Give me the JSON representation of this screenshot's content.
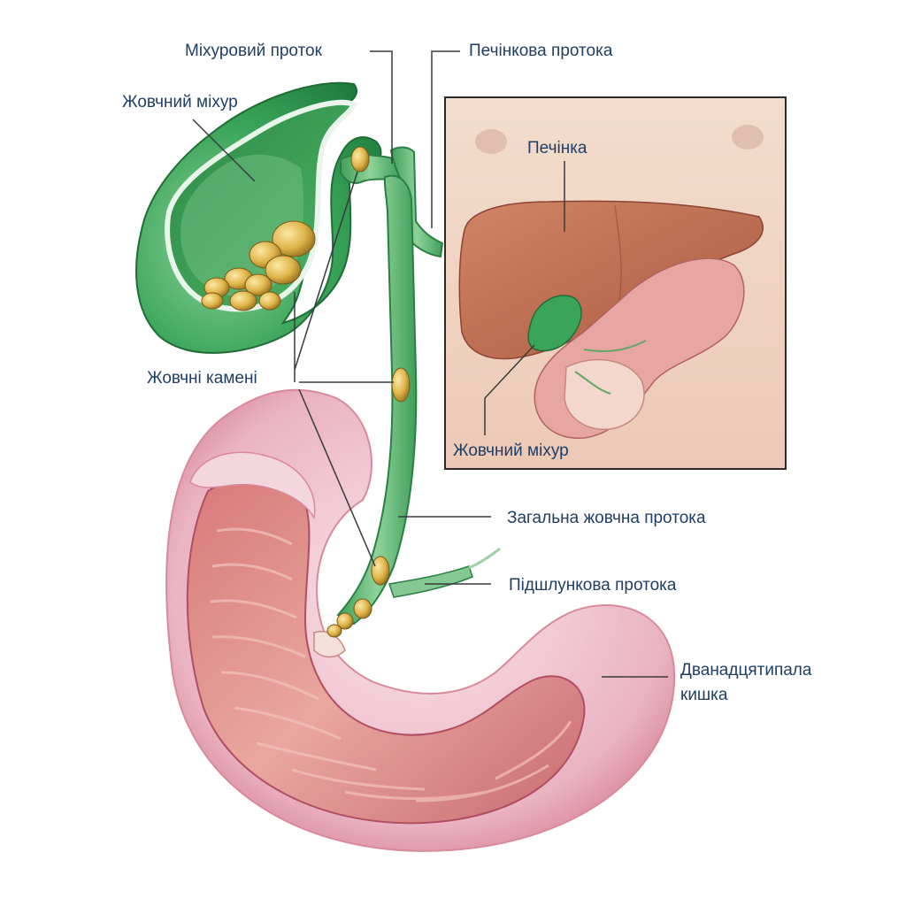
{
  "labels": {
    "cystic_duct": "Міхуровий проток",
    "hepatic_duct": "Печінкова протока",
    "gallbladder": "Жовчний міхур",
    "liver": "Печінка",
    "gallstones": "Жовчні камені",
    "inset_gallbladder": "Жовчний міхур",
    "common_bile_duct": "Загальна жовчна протока",
    "pancreatic_duct": "Підшлункова протока",
    "duodenum_line1": "Дванадцятипала",
    "duodenum_line2": "кишка"
  },
  "colors": {
    "label_text": "#1f3f66",
    "leader_line": "#3a3a3a",
    "gallbladder_green": "#2e9a4e",
    "bile_green": "#6cc07a",
    "stone_yellow": "#d9b54a",
    "duodenum_pink": "#c9627a",
    "inset_bg": "#f1d7c6",
    "liver_brown": "#b86a4e"
  }
}
